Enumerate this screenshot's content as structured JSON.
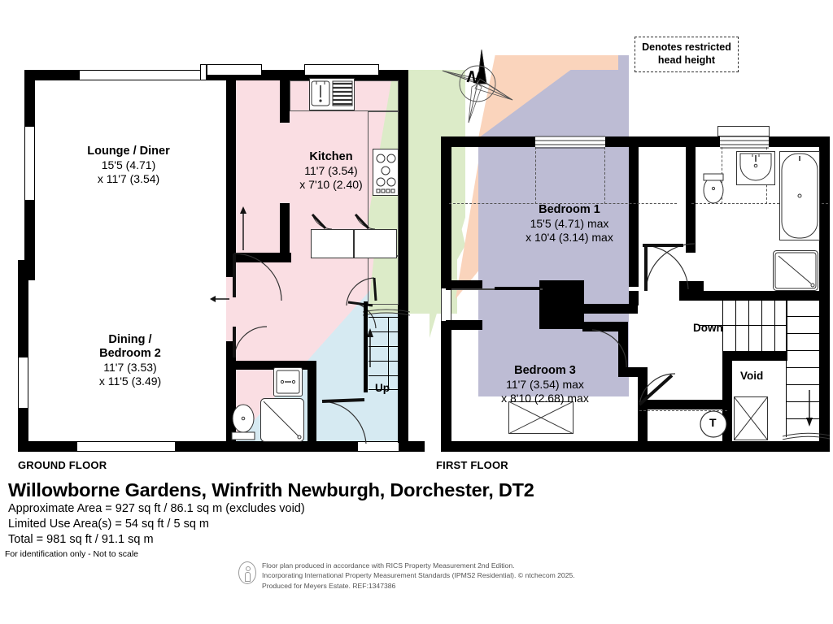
{
  "document": {
    "title": "Willowborne Gardens, Winfrith Newburgh, Dorchester, DT2",
    "area_lines": [
      "Approximate Area = 927 sq ft / 86.1 sq m (excludes void)",
      "Limited Use Area(s) = 54 sq ft / 5 sq m",
      "Total = 981 sq ft / 91.1 sq m"
    ],
    "identification_note": "For identification only - Not to scale",
    "footer": [
      "Floor plan produced in accordance with RICS Property Measurement 2nd Edition.",
      "Incorporating International Property Measurement Standards (IPMS2 Residential).   © ntchecom 2025.",
      "Produced for Meyers Estate.   REF:1347386"
    ]
  },
  "legend": {
    "restricted_head_height": "Denotes restricted\nhead height",
    "line1": "Denotes restricted",
    "line2": "head height"
  },
  "compass": {
    "north_letter": "N"
  },
  "floors": [
    {
      "id": "ground",
      "label": "GROUND FLOOR",
      "rooms": [
        {
          "name": "Lounge / Diner",
          "dim1": "15'5 (4.71)",
          "dim2": "x 11'7 (3.54)"
        },
        {
          "name": "Kitchen",
          "dim1": "11'7 (3.54)",
          "dim2": "x 7'10 (2.40)"
        },
        {
          "name": "Dining /",
          "name2": "Bedroom 2",
          "dim1": "11'7 (3.53)",
          "dim2": "x 11'5 (3.49)"
        }
      ],
      "annotations": [
        {
          "name": "stairs-up-label",
          "text": "Up"
        }
      ]
    },
    {
      "id": "first",
      "label": "FIRST FLOOR",
      "rooms": [
        {
          "name": "Bedroom 1",
          "dim1": "15'5 (4.71) max",
          "dim2": "x 10'4 (3.14) max"
        },
        {
          "name": "Bedroom 3",
          "dim1": "11'7 (3.54) max",
          "dim2": "x 8'10 (2.68) max"
        }
      ],
      "annotations": [
        {
          "name": "stairs-down-label",
          "text": "Down"
        },
        {
          "name": "void-label",
          "text": "Void"
        },
        {
          "name": "tank-label",
          "text": "T"
        }
      ]
    }
  ],
  "colors": {
    "wall": "#000000",
    "overlay_blue": "#d6eaf2",
    "overlay_pink": "#fadee3",
    "overlay_green": "#dcebc8",
    "overlay_peach": "#fad4bc",
    "overlay_lavender": "#bdbcd4",
    "text": "#000000",
    "footer_text": "#555555"
  }
}
